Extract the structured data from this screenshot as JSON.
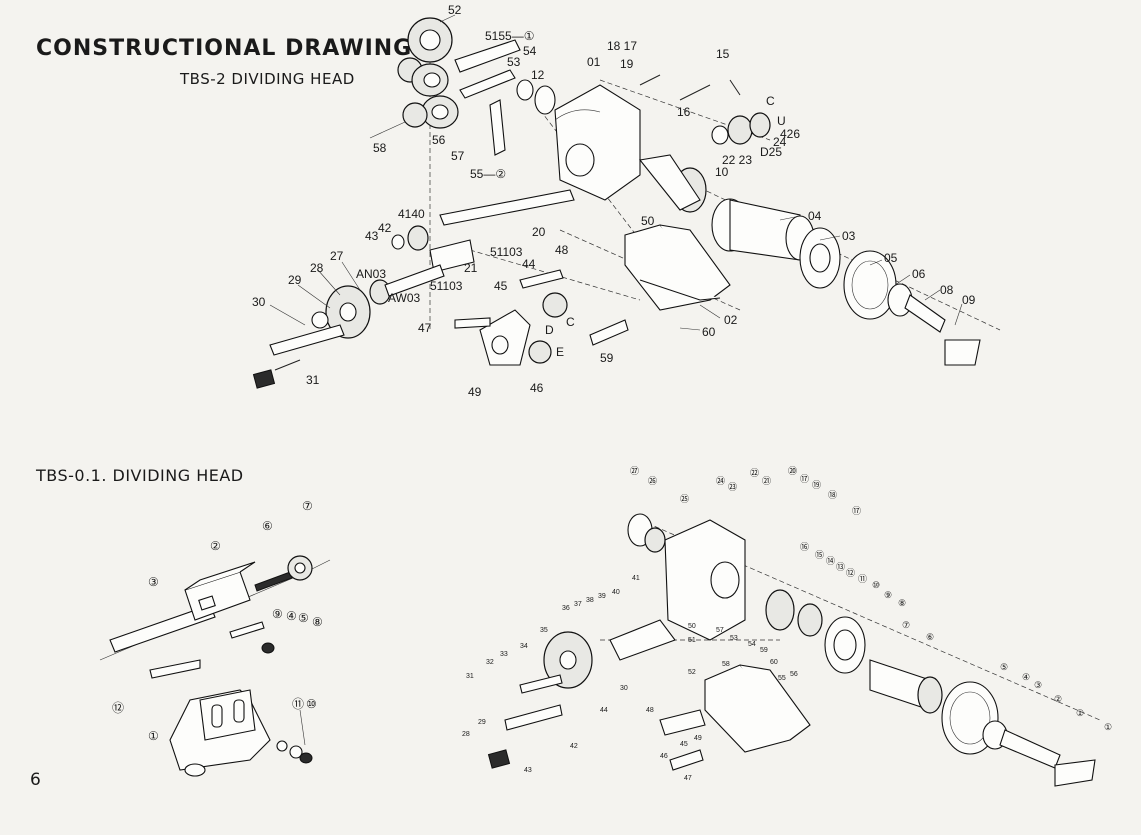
{
  "header": {
    "title": "CONSTRUCTIONAL DRAWING",
    "subtitle": "TBS-2 DIVIDING HEAD"
  },
  "section2": {
    "title": "TBS-0.1. DIVIDING HEAD"
  },
  "footer": {
    "page_number": "6"
  },
  "tbs2_labels": {
    "p52": "52",
    "p5155": "5155—①",
    "p54": "54",
    "p53": "53",
    "p12": "12",
    "p01": "01",
    "p1817": "18 17",
    "p19": "19",
    "p15": "15",
    "p16": "16",
    "pC": "C",
    "pU": "U",
    "p426": "426",
    "p24": "24",
    "pD25": "D25",
    "p2223": "22 23",
    "p10": "10",
    "p58": "58",
    "p56": "56",
    "p57": "57",
    "p552": "55—②",
    "p4140": "4140",
    "p42": "42",
    "p43": "43",
    "p20": "20",
    "p51103a": "51103",
    "p50": "50",
    "p04": "04",
    "p03": "03",
    "p27": "27",
    "p28": "28",
    "p29": "29",
    "pAN03": "AN03",
    "p21": "21",
    "p48": "48",
    "p44": "44",
    "p05": "05",
    "p06": "06",
    "p08": "08",
    "p09": "09",
    "p30": "30",
    "pAW03": "AW03",
    "p51103b": "51103",
    "p45": "45",
    "pD": "D",
    "pC2": "C",
    "p02": "02",
    "p47": "47",
    "p60": "60",
    "p59": "59",
    "pE": "E",
    "p31": "31",
    "p49": "49",
    "p46": "46"
  },
  "tbs01_labels": {
    "p7": "⑦",
    "p6": "⑥",
    "p2": "②",
    "p3": "③",
    "p9": "⑨",
    "p4": "④",
    "p5": "⑤",
    "p8": "⑧",
    "p12": "⑫",
    "p1": "①",
    "p11": "⑪",
    "p10": "⑩"
  },
  "tbs_right_labels": {
    "p27": "㉗",
    "p26": "㉖",
    "p25": "㉕",
    "p24": "㉔",
    "p23": "㉓",
    "p22": "㉒",
    "p21": "㉑",
    "p20": "⑳",
    "p17": "⑰",
    "p19": "⑲",
    "p18": "⑱",
    "p16": "⑯",
    "p15": "⑮",
    "p14": "⑭",
    "p13": "⑬",
    "p12": "⑫",
    "p11": "⑪",
    "p10": "⑩",
    "p9": "⑨",
    "p8": "⑧",
    "p7": "⑦",
    "p6": "⑥",
    "p5": "⑤",
    "p4": "④",
    "p3": "③",
    "p2": "②",
    "p1": "①",
    "p28": "28",
    "p29": "29",
    "p30": "30",
    "p31": "31",
    "p32": "32",
    "p33": "33",
    "p34": "34",
    "p35": "35",
    "p36": "36",
    "p37": "37",
    "p38": "38",
    "p39": "39",
    "p40": "40",
    "p41": "41",
    "p42": "42",
    "p43": "43",
    "p44": "44",
    "p45": "45",
    "p46": "46",
    "p47": "47",
    "p48": "48",
    "p49": "49",
    "p50": "50",
    "p51": "51",
    "p52": "52",
    "p53": "53",
    "p54": "54",
    "p55": "55",
    "p56": "56",
    "p57": "57",
    "p58": "58",
    "p59": "59",
    "p60": "60"
  }
}
